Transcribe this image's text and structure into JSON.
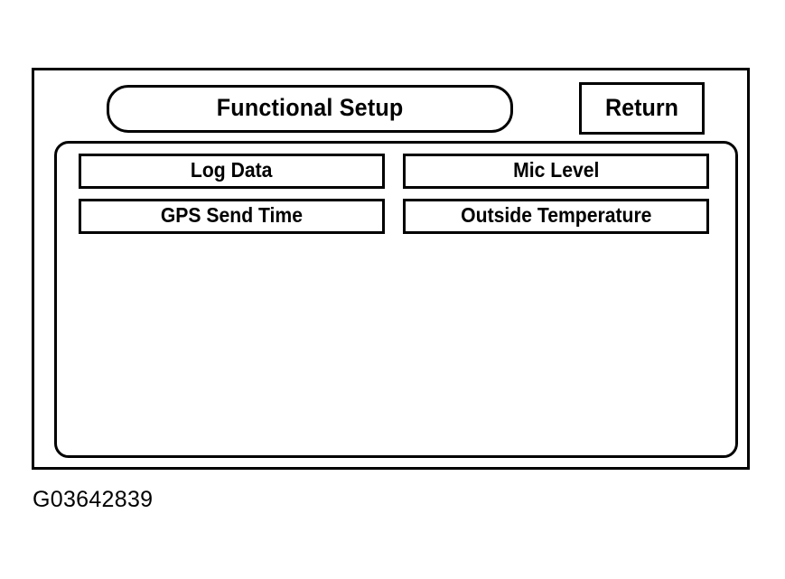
{
  "figure": {
    "caption": "G03642839",
    "background_color": "#ffffff",
    "line_color": "#000000"
  },
  "screen": {
    "header": {
      "title": "Functional Setup",
      "return_label": "Return"
    },
    "menu": {
      "rows": [
        {
          "left": {
            "label": "Log Data"
          },
          "right": {
            "label": "Mic Level"
          }
        },
        {
          "left": {
            "label": "GPS Send Time"
          },
          "right": {
            "label": "Outside Temperature"
          }
        }
      ]
    }
  }
}
